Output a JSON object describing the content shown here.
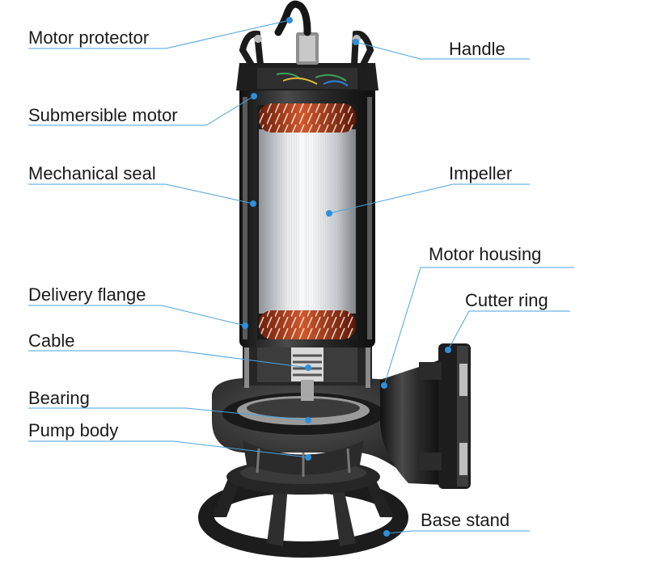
{
  "labels": {
    "motor_protector": "Motor protector",
    "submersible_motor": "Submersible motor",
    "mechanical_seal": "Mechanical seal",
    "delivery_flange": "Delivery flange",
    "cable": "Cable",
    "bearing": "Bearing",
    "pump_body": "Pump body",
    "handle": "Handle",
    "impeller": "Impeller",
    "motor_housing": "Motor housing",
    "cutter_ring": "Cutter ring",
    "base_stand": "Base stand"
  },
  "colors": {
    "leader_line": "#4aa3df",
    "callout_dot": "#2f8fd8",
    "casing": "#2a2a2a",
    "winding": "#b5421e",
    "stator_core": "#d6d9dc"
  }
}
